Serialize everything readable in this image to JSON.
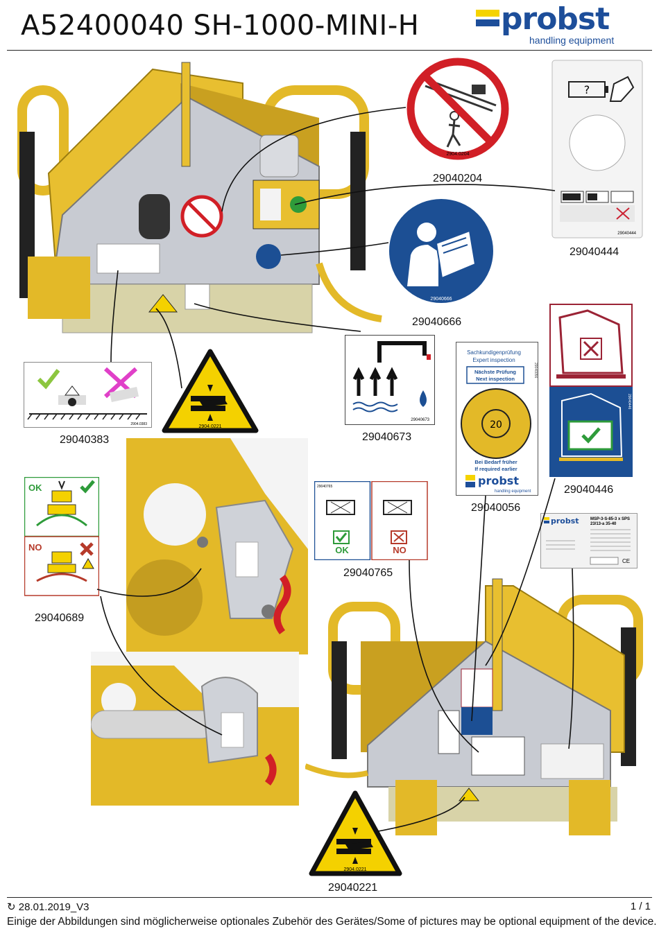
{
  "header": {
    "title": "A52400040 SH-1000-MINI-H",
    "logo_text": "probst",
    "logo_subtitle": "handling equipment"
  },
  "labels": {
    "l_29040204": "29040204",
    "l_29040444": "29040444",
    "l_29040666": "29040666",
    "l_29040383": "29040383",
    "l_29040221a": "29040221",
    "l_29040673": "29040673",
    "l_29040056": "29040056",
    "l_29040446": "29040446",
    "l_29040765": "29040765",
    "l_29040689": "29040689",
    "l_29040221b": "29040221"
  },
  "sticker_text": {
    "code_0204": "2904.0204",
    "code_0444": "29040444",
    "code_0666": "29040666",
    "code_0383": "2904.0383",
    "code_0221": "2904.0221",
    "code_0673": "29040673",
    "code_0765": "29040765",
    "code_0446": "29040446",
    "code_0056": "29040056",
    "inspection_de": "Sachkundigenprüfung",
    "inspection_en": "Expert inspection",
    "next_de": "Nächste Prüfung",
    "next_en": "Next inspection",
    "required_de": "Bei Bedarf früher",
    "required_en": "If required earlier",
    "year": "20",
    "ok": "OK",
    "no": "NO",
    "nameplate_brand": "probst",
    "nameplate_model": "MSP-3-S-85-3 x SPS",
    "nameplate_model2": "23/13-a 35-40"
  },
  "footer": {
    "revision_icon": "refresh-icon",
    "date": "28.01.2019_V3",
    "page": "1 / 1",
    "note": "Einige der Abbildungen sind möglicherweise optionales Zubehör des Gerätes/Some of pictures may be optional equipment of the device."
  },
  "colors": {
    "brand_blue": "#1d4e9a",
    "brand_yellow": "#f5d300",
    "device_yellow": "#e8bf30",
    "prohibit_red": "#d11f26",
    "mandatory_blue": "#1c4f94",
    "ok_green": "#2e9b3a",
    "warn_yellow": "#f4d100"
  }
}
